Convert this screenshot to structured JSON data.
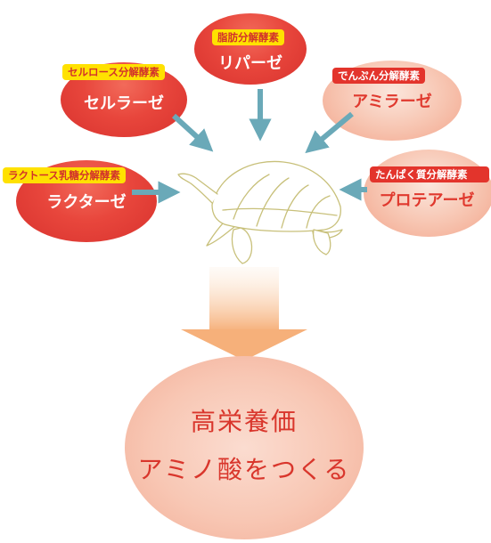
{
  "enzymes": [
    {
      "id": "lipase",
      "category": "脂肪分解酵素",
      "name": "リパーゼ"
    },
    {
      "id": "cellulase",
      "category": "セルロース分解酵素",
      "name": "セルラーゼ"
    },
    {
      "id": "amylase",
      "category": "でんぷん分解酵素",
      "name": "アミラーゼ"
    },
    {
      "id": "lactase",
      "category": "ラクトース乳糖分解酵素",
      "name": "ラクターゼ"
    },
    {
      "id": "protease",
      "category": "たんぱく質分解酵素",
      "name": "プロテアーゼ"
    }
  ],
  "result": {
    "line1": "高栄養価",
    "line2": "アミノ酸をつくる"
  },
  "colors": {
    "arrow": "#6aa9b8",
    "turtle_stroke": "#c8c07a",
    "accent_red": "#e3342c",
    "tag_yellow": "#ffe100",
    "down_arrow": "#f6b07a"
  }
}
